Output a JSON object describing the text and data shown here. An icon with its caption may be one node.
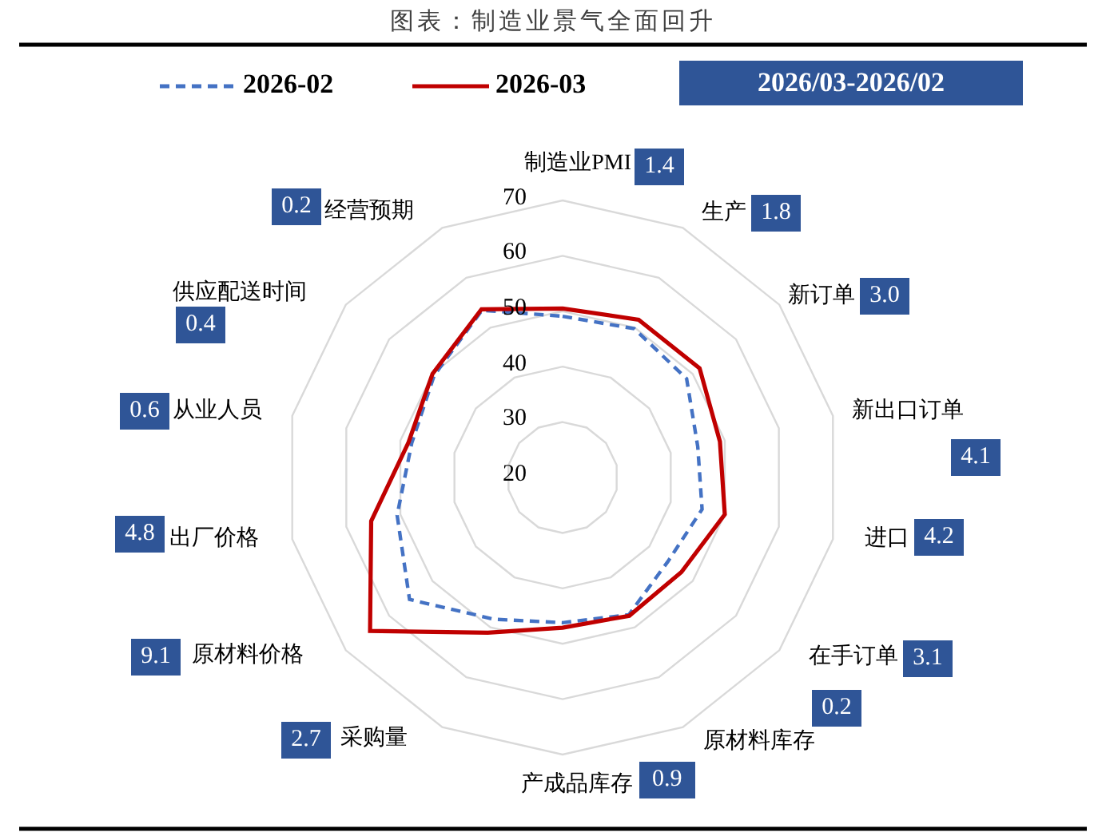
{
  "diagram": {
    "title": "图表：制造业景气全面回升",
    "legend": [
      {
        "text": "2026-02"
      },
      {
        "text": "2026-03"
      },
      {
        "text": "2026/03-2026/02",
        "color": "#2f5597"
      }
    ],
    "labels": [
      "制造业PMI",
      "1.4",
      "生产",
      "1.8",
      "新订单",
      "3.0",
      "新出口订单",
      "4.1",
      "进口",
      "4.2",
      "在手订单",
      "3.1",
      "原材料库存",
      "0.2",
      "产成品库存",
      "0.9",
      "采购量",
      "2.7",
      "原材料价格",
      "9.1",
      "出厂价格",
      "4.8",
      "从业人员",
      "0.6",
      "供应配送时间",
      "0.4",
      "经营预期",
      "0.2",
      "70",
      "60",
      "50",
      "40",
      "30",
      "20"
    ]
  }
}
